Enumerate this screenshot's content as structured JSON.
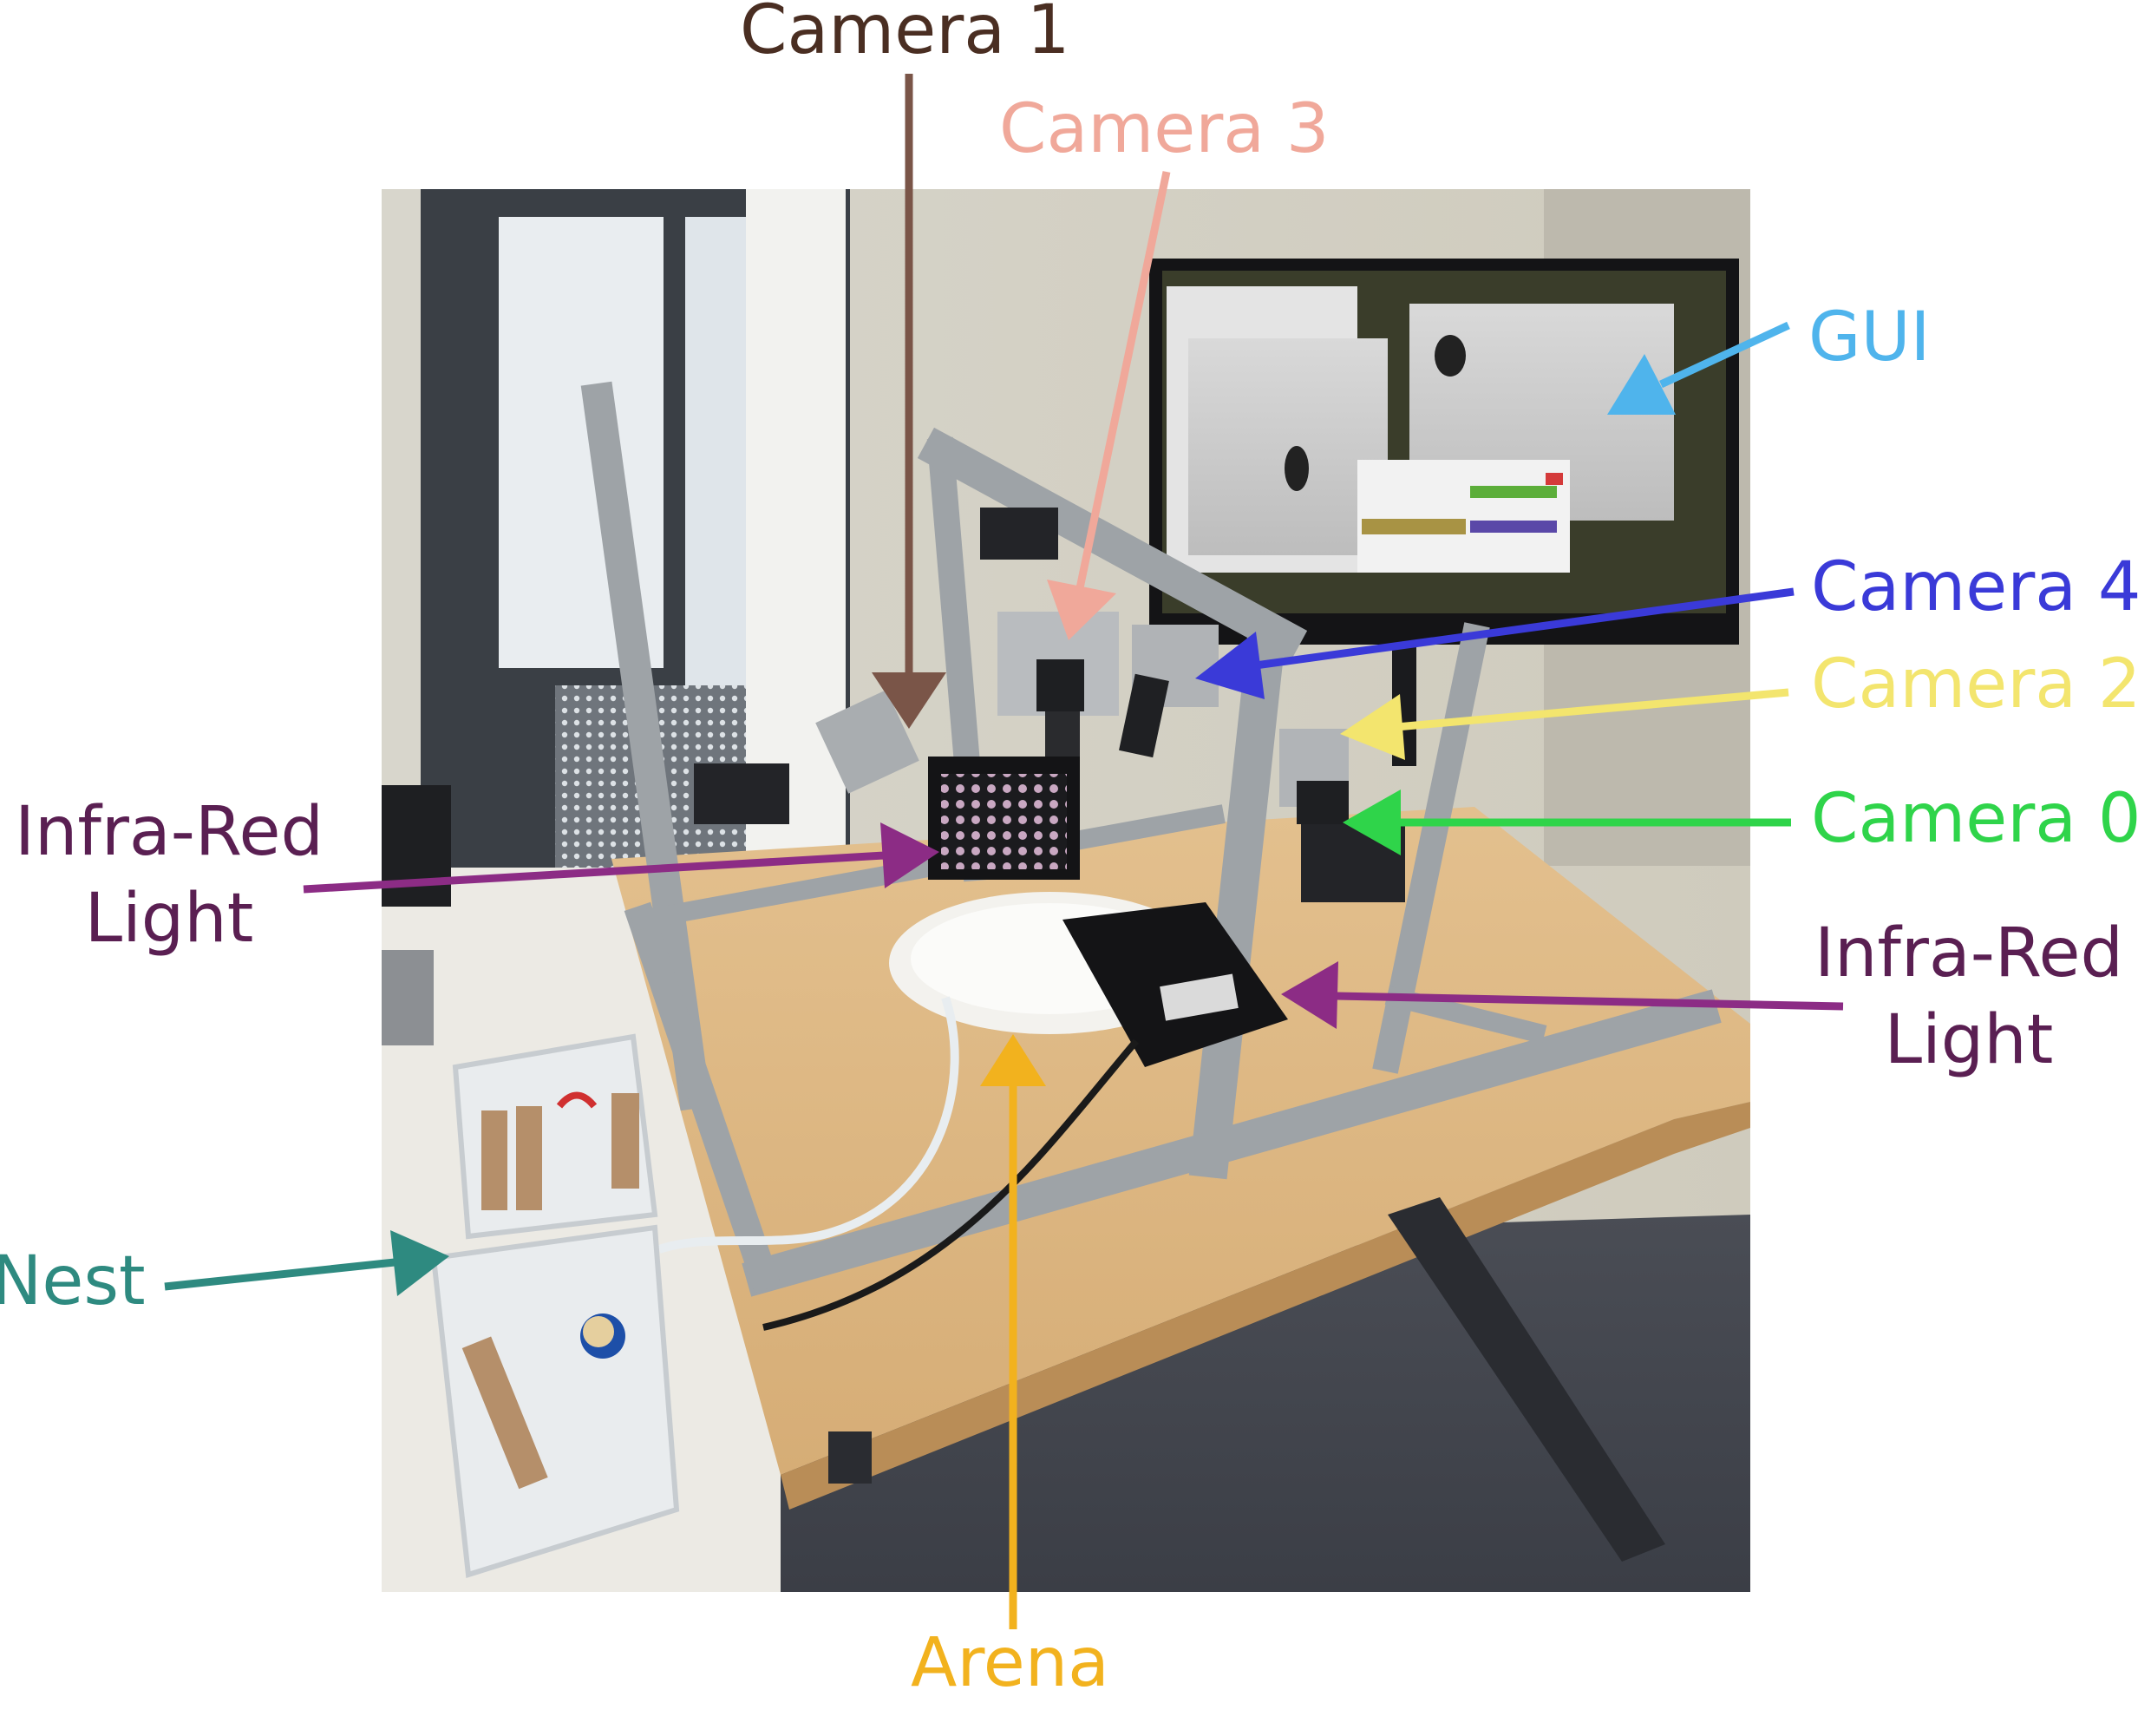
{
  "colors": {
    "camera1": "#4a2e22",
    "camera1_arrow": "#7a5548",
    "camera3": "#f0a89a",
    "camera4": "#3a3ad8",
    "camera2": "#f3e56e",
    "camera0": "#2fd44a",
    "gui": "#4fb4ec",
    "infra_red": "#5a1f52",
    "infra_red_arrow": "#8c2c85",
    "nest": "#2e8a80",
    "arena": "#f2b21e"
  },
  "labels": {
    "camera1": "Camera 1",
    "camera3": "Camera 3",
    "gui": "GUI",
    "camera4": "Camera 4",
    "camera2": "Camera 2",
    "camera0": "Camera 0",
    "infra_red_left_1": "Infra-Red",
    "infra_red_left_2": "Light",
    "infra_red_right_1": "Infra-Red",
    "infra_red_right_2": "Light",
    "nest": "Nest",
    "arena": "Arena"
  },
  "icons": [
    "arrow-camera1-icon",
    "arrow-camera3-icon",
    "arrow-gui-icon",
    "arrow-camera4-icon",
    "arrow-camera2-icon",
    "arrow-camera0-icon",
    "arrow-infrared-left-icon",
    "arrow-infrared-right-icon",
    "arrow-nest-icon",
    "arrow-arena-icon"
  ]
}
